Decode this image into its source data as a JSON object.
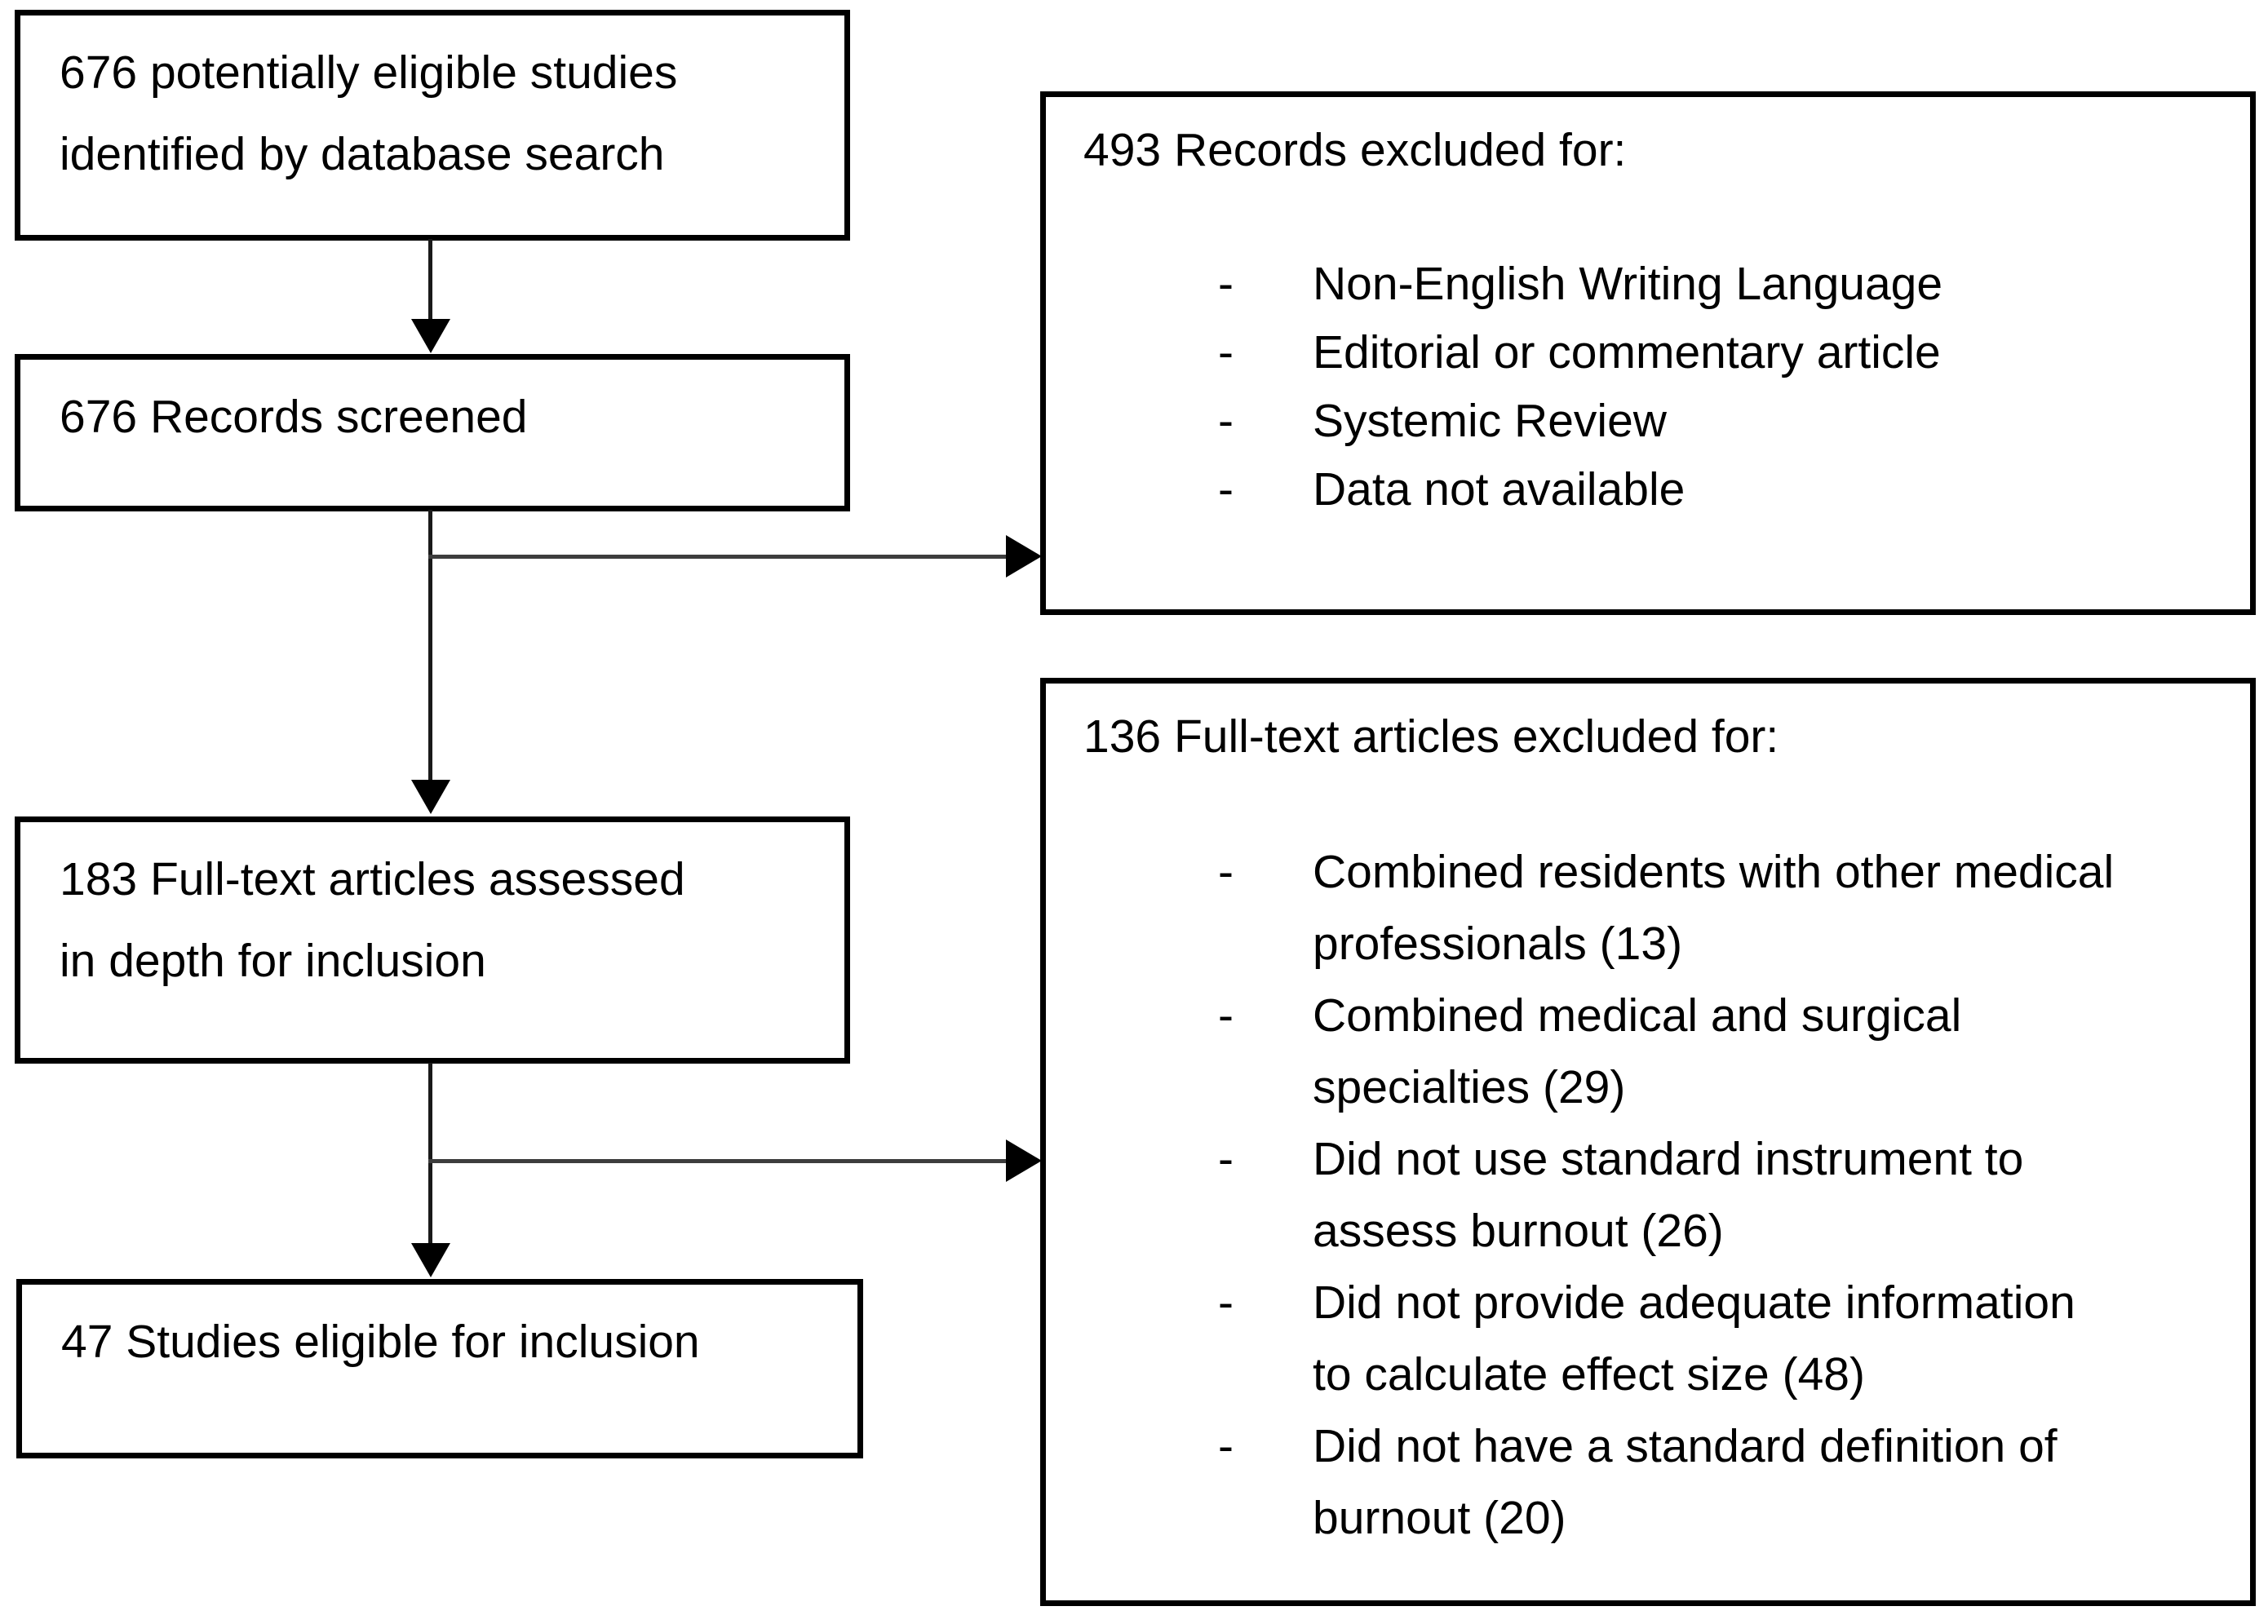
{
  "flow": {
    "box_identified": {
      "lines": [
        "676 potentially eligible studies",
        "identified by database search"
      ]
    },
    "box_screened": {
      "lines": [
        "676 Records screened"
      ]
    },
    "box_fulltext": {
      "lines": [
        "183 Full-text articles assessed",
        "in depth for inclusion"
      ]
    },
    "box_eligible": {
      "lines": [
        "47 Studies eligible for inclusion"
      ]
    },
    "excluded_records": {
      "title": "493 Records excluded for:",
      "rows": [
        {
          "marker": "-",
          "text": "Non-English Writing Language"
        },
        {
          "marker": "-",
          "text": "Editorial or commentary article"
        },
        {
          "marker": "-",
          "text": "Systemic Review"
        },
        {
          "marker": "-",
          "text": "Data not available"
        }
      ]
    },
    "excluded_fulltext": {
      "title": "136 Full-text articles excluded for:",
      "rows": [
        {
          "marker": "-",
          "text": "Combined residents with other medical"
        },
        {
          "marker": "",
          "text": "professionals (13)"
        },
        {
          "marker": "-",
          "text": "Combined medical and surgical"
        },
        {
          "marker": "",
          "text": "specialties (29)"
        },
        {
          "marker": "-",
          "text": "Did not use standard instrument to"
        },
        {
          "marker": "",
          "text": "assess burnout (26)"
        },
        {
          "marker": "-",
          "text": "Did not provide adequate information"
        },
        {
          "marker": "",
          "text": "to calculate effect size (48)"
        },
        {
          "marker": "-",
          "text": "Did not have a standard definition of"
        },
        {
          "marker": "",
          "text": "burnout (20)"
        }
      ]
    }
  },
  "colors": {
    "border": "#000000",
    "text": "#000000",
    "vertical_line": "#1a1a1a",
    "horizontal_line": "#3d3d3d",
    "background": "#ffffff"
  }
}
